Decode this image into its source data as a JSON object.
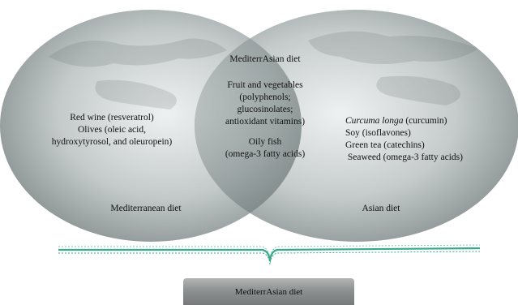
{
  "left_circle": {
    "title": "Mediterranean diet",
    "items": [
      "Red wine (resveratrol)",
      "Olives (oleic acid,",
      "hydroxytyrosol, and oleuropein)"
    ]
  },
  "right_circle": {
    "title": "Asian diet",
    "items_first_italic": "Curcuma longa",
    "items_first_rest": " (curcumin)",
    "items": [
      "Soy (isoflavones)",
      "Green tea (catechins)",
      " Seaweed (omega-3 fatty acids)"
    ]
  },
  "overlap": {
    "title": "MediterrAsian diet",
    "items": [
      "Fruit and vegetables",
      "(polyphenols;",
      "glucosinolates;",
      "antioxidant vitamins)"
    ],
    "fish": [
      "Oily fish",
      "(omega-3 fatty acids)"
    ]
  },
  "result": {
    "label": "MediterrAsian diet"
  },
  "colors": {
    "circle_light": "#e9ecec",
    "circle_dark": "#8a9292",
    "overlap_dark": "#6f7878",
    "brace": "#3aa88a"
  }
}
